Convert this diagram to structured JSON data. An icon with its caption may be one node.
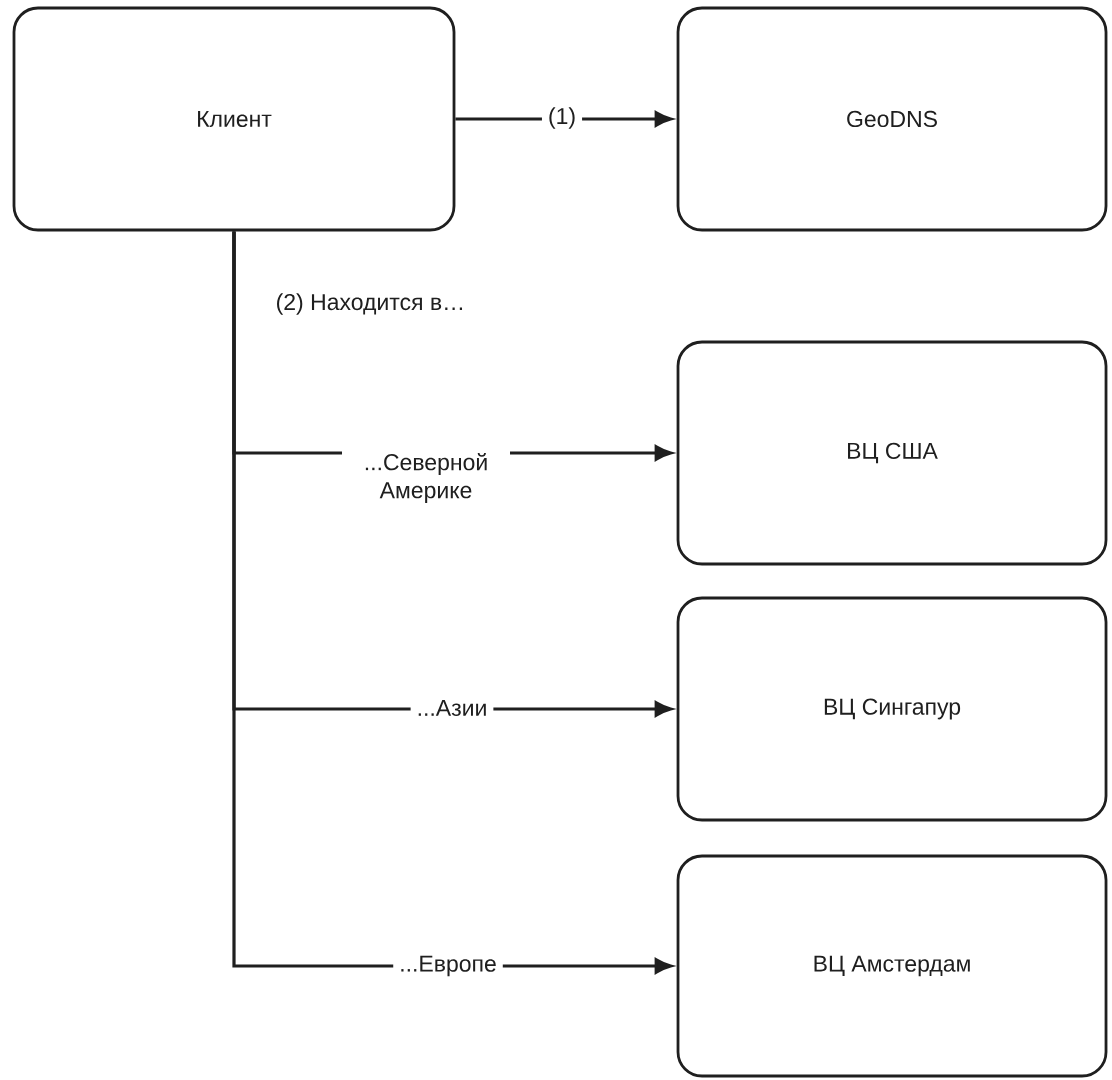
{
  "diagram": {
    "nodes": [
      {
        "text": [
          "Клиент"
        ]
      },
      {
        "text": [
          "GeoDNS"
        ]
      },
      {
        "text": [
          "ВЦ США"
        ]
      },
      {
        "text": [
          "ВЦ Сингапур"
        ]
      },
      {
        "text": [
          "ВЦ Амстердам"
        ]
      }
    ],
    "edges": [
      {
        "from": 0,
        "to": 1,
        "arrow": "to",
        "label": "(1)"
      },
      {
        "from": 0,
        "to": 2,
        "arrow": "to",
        "label": "...Северной Америке"
      },
      {
        "from": 0,
        "to": 3,
        "arrow": "to",
        "label": "...Азии"
      },
      {
        "from": 0,
        "to": 4,
        "arrow": "to",
        "label": "...Европе"
      }
    ],
    "labels": [
      "(2) Находится в…"
    ]
  }
}
